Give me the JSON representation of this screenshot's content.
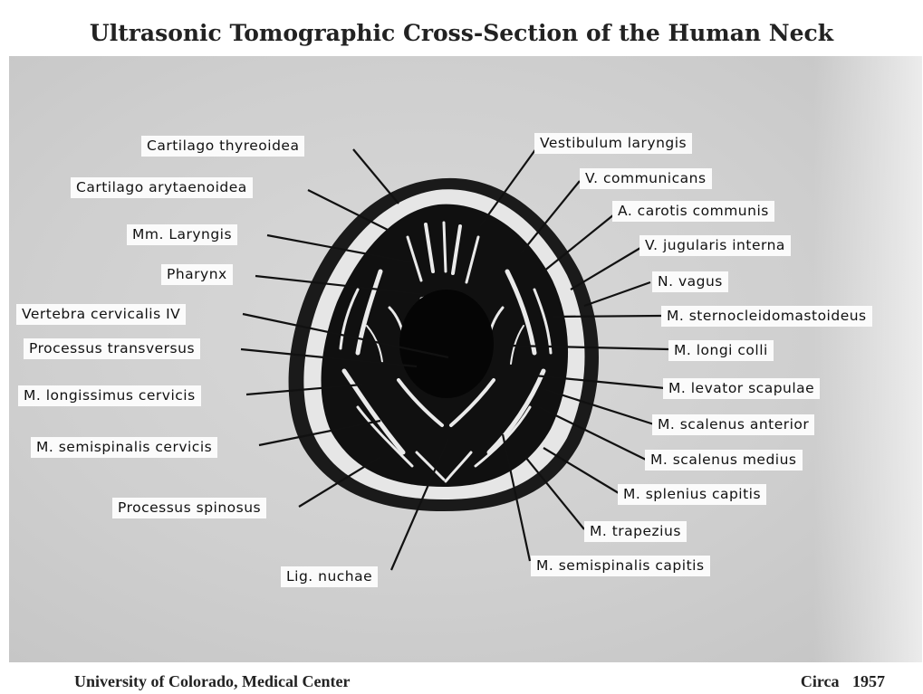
{
  "title": "Ultrasonic Tomographic Cross-Section of the Human Neck",
  "labels": {
    "cartilago_thyreoidea": "Cartilago thyreoidea",
    "cartilago_arytaenoidea": "Cartilago arytaenoidea",
    "mm_laryngis": "Mm. Laryngis",
    "pharynx": "Pharynx",
    "vertebra_cervicalis": "Vertebra cervicalis IV",
    "processus_transversus": "Processus transversus",
    "m_longissimus": "M. longissimus cervicis",
    "m_semispinalis_cervicis": "M. semispinalis cervicis",
    "processus_spinosus": "Processus spinosus",
    "lig_nuchae": "Lig. nuchae",
    "vestibulum_laryngis": "Vestibulum laryngis",
    "v_communicans": "V. communicans",
    "a_carotis": "A. carotis communis",
    "v_jugularis": "V. jugularis interna",
    "n_vagus": "N. vagus",
    "m_sternocleido": "M. sternocleidomastoideus",
    "m_longi_colli": "M. longi colli",
    "m_levator": "M. levator scapulae",
    "m_scalenus_anterior": "M. scalenus anterior",
    "m_scalenus_medius": "M. scalenus medius",
    "m_splenius": "M. splenius capitis",
    "m_trapezius": "M. trapezius",
    "m_semispinalis_capitis": "M. semispinalis capitis"
  },
  "footer": {
    "institution": "University of Colorado, Medical Center",
    "date": "Circa 1957"
  }
}
